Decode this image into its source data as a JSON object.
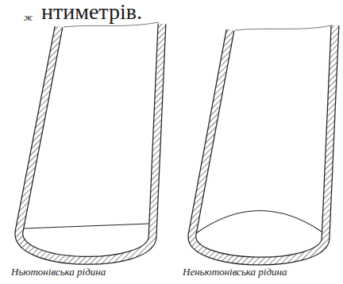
{
  "diagram": {
    "labels": [
      "нтиметрів.",
      "ж",
      "Ньютонівська рідина",
      "Неньютонівська рідина"
    ]
  }
}
